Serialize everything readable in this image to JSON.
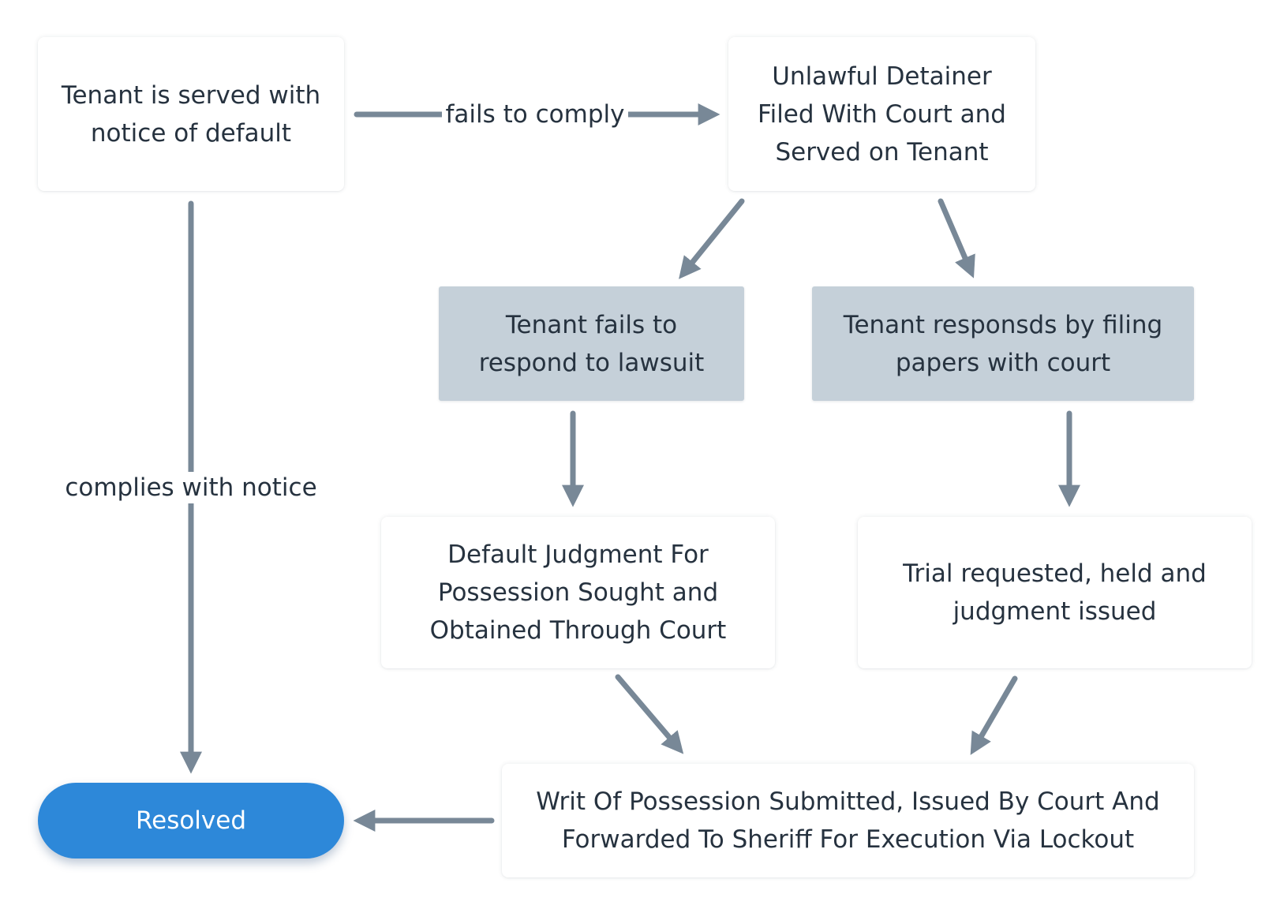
{
  "nodes": {
    "served": "Tenant is served with\nnotice of default",
    "unlawful": "Unlawful Detainer\nFiled With Court and\nServed on Tenant",
    "fails": "Tenant fails to\nrespond to lawsuit",
    "responds": "Tenant responsds by filing\npapers with court",
    "default_judgment": "Default Judgment For\nPossession Sought and\nObtained Through Court",
    "trial": "Trial requested, held and\njudgment issued",
    "writ": "Writ Of Possession Submitted, Issued By Court And\nForwarded To Sheriff For Execution Via Lockout",
    "resolved": "Resolved"
  },
  "edge_labels": {
    "fails_to_comply": "fails to comply",
    "complies": "complies with notice"
  },
  "colors": {
    "arrow": "#788897",
    "grey_node": "#c5d0d9",
    "resolved_node": "#2d88d9",
    "text": "#26323f"
  }
}
